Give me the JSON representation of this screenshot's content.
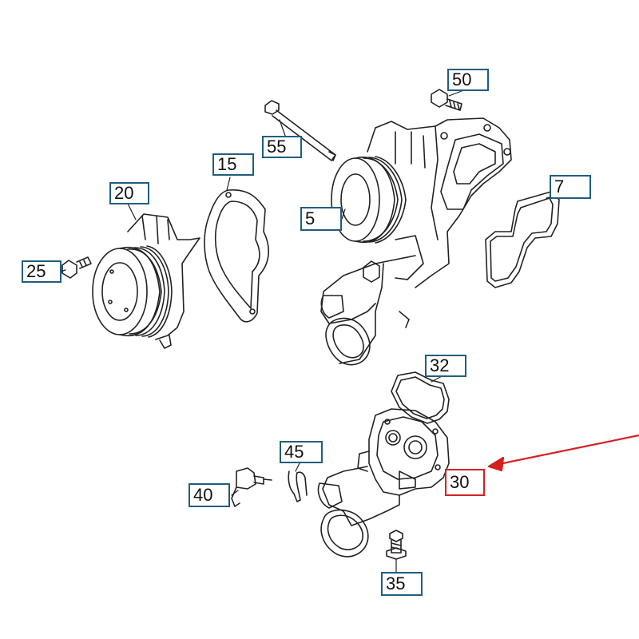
{
  "callouts": {
    "c50": "50",
    "c55": "55",
    "c15": "15",
    "c20": "20",
    "c5": "5",
    "c7": "7",
    "c25": "25",
    "c32": "32",
    "c45": "45",
    "c30": "30",
    "c40": "40",
    "c35": "35"
  },
  "colors": {
    "label_border": "#1f5e80",
    "highlight": "#d62020",
    "line": "#222222"
  },
  "highlighted_part": "30"
}
